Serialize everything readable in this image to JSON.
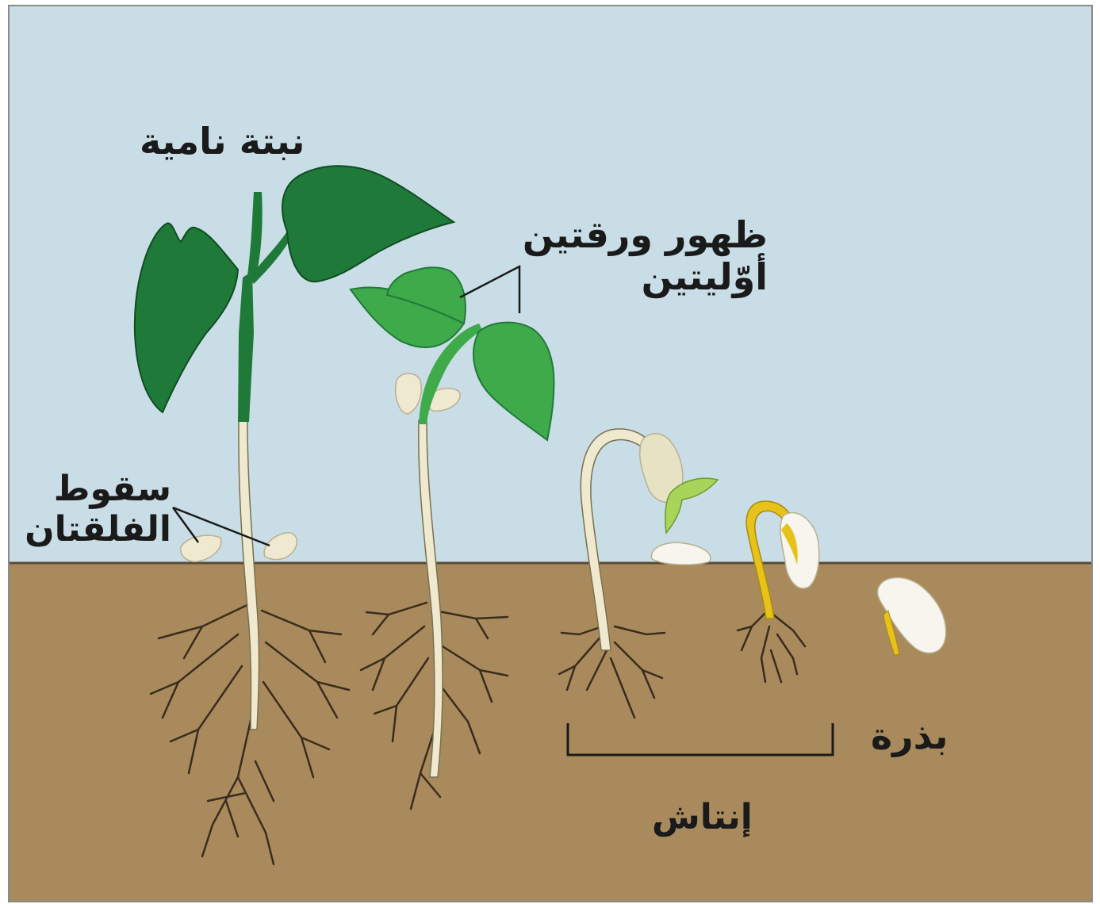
{
  "diagram": {
    "labels": {
      "growing_plant": "نبتة نامية",
      "primary_leaves_line1": "ظهور ورقتين",
      "primary_leaves_line2": "أوّليتين",
      "cotyledons_fall_line1": "سقوط",
      "cotyledons_fall_line2": "الفلقتان",
      "germination": "إنتاش",
      "seed": "بذرة"
    },
    "colors": {
      "sky": "#c9dde6",
      "soil": "#a98a5c",
      "ground_line": "#5a4a35",
      "leaf_dark": "#1f7a3a",
      "leaf_light": "#3faa4a",
      "stem": "#efe9cf",
      "seed": "#f7f5ee",
      "yellow_shoot": "#e6c21a",
      "root": "#3a2c1e"
    }
  }
}
